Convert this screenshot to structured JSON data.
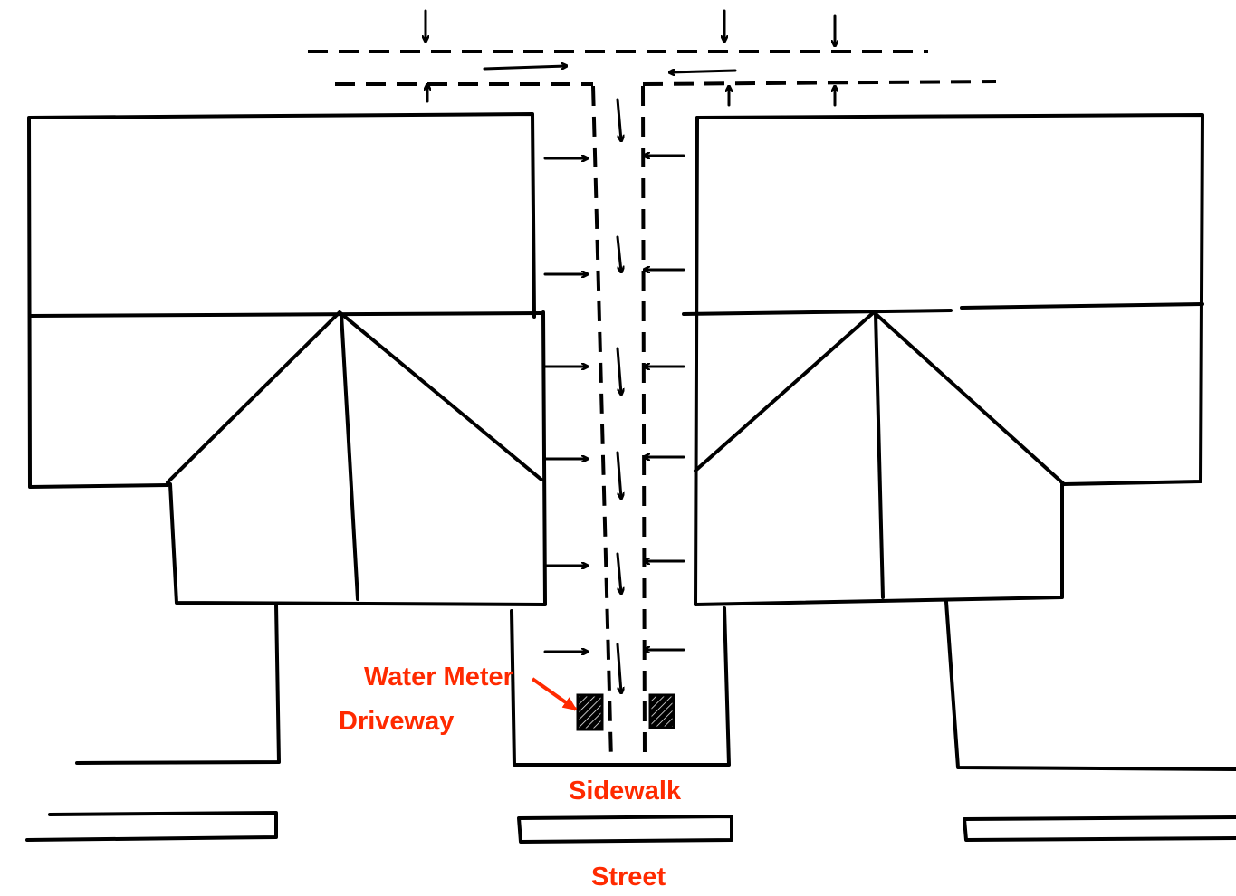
{
  "labels": {
    "water_meter": "Water Meter",
    "driveway": "Driveway",
    "sidewalk": "Sidewalk",
    "street": "Street"
  },
  "colors": {
    "label": "#ff2a00",
    "ink": "#000000"
  }
}
